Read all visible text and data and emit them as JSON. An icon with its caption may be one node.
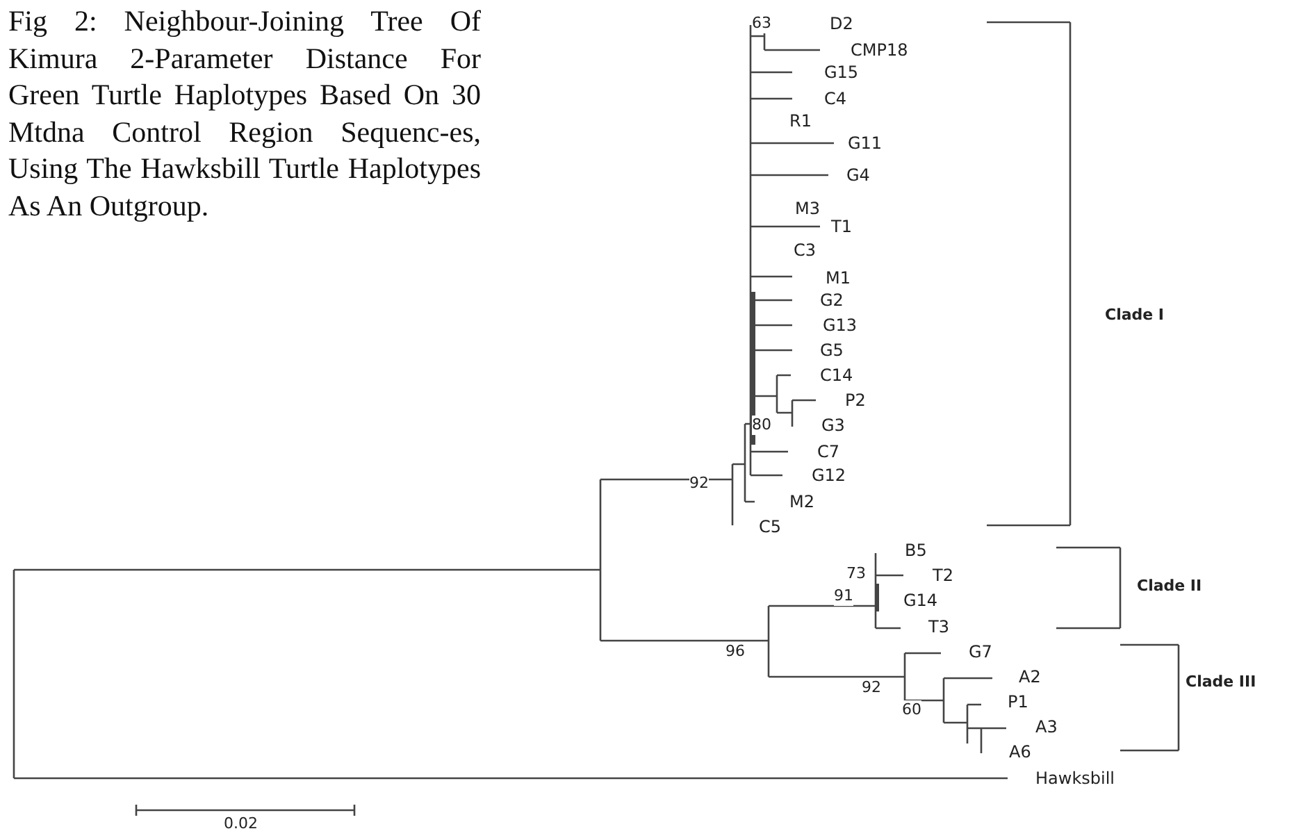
{
  "diagram": {
    "caption": "Fig 2: Neighbour-Joining Tree Of Kimura 2-Parameter Distance For Green Turtle Haplotypes Based On 30 Mtdna Control Region Sequenc-es, Using The Hawksbill Turtle Haplotypes As An Outgroup.",
    "labels": [
      "63",
      "D2",
      "CMP18",
      "G15",
      "C4",
      "R1",
      "G11",
      "G4",
      "M3",
      "T1",
      "C3",
      "M1",
      "G2",
      "G13",
      "G5",
      "Clade I",
      "C14",
      "P2",
      "G3",
      "80",
      "C7",
      "G12",
      "92",
      "M2",
      "C5",
      "B5",
      "T2",
      "73",
      "Clade II",
      "91",
      "G14",
      "T3",
      "96",
      "G7",
      "A2",
      "92",
      "Clade III",
      "P1",
      "60",
      "A3",
      "A6",
      "Hawksbill",
      "0.02"
    ]
  }
}
